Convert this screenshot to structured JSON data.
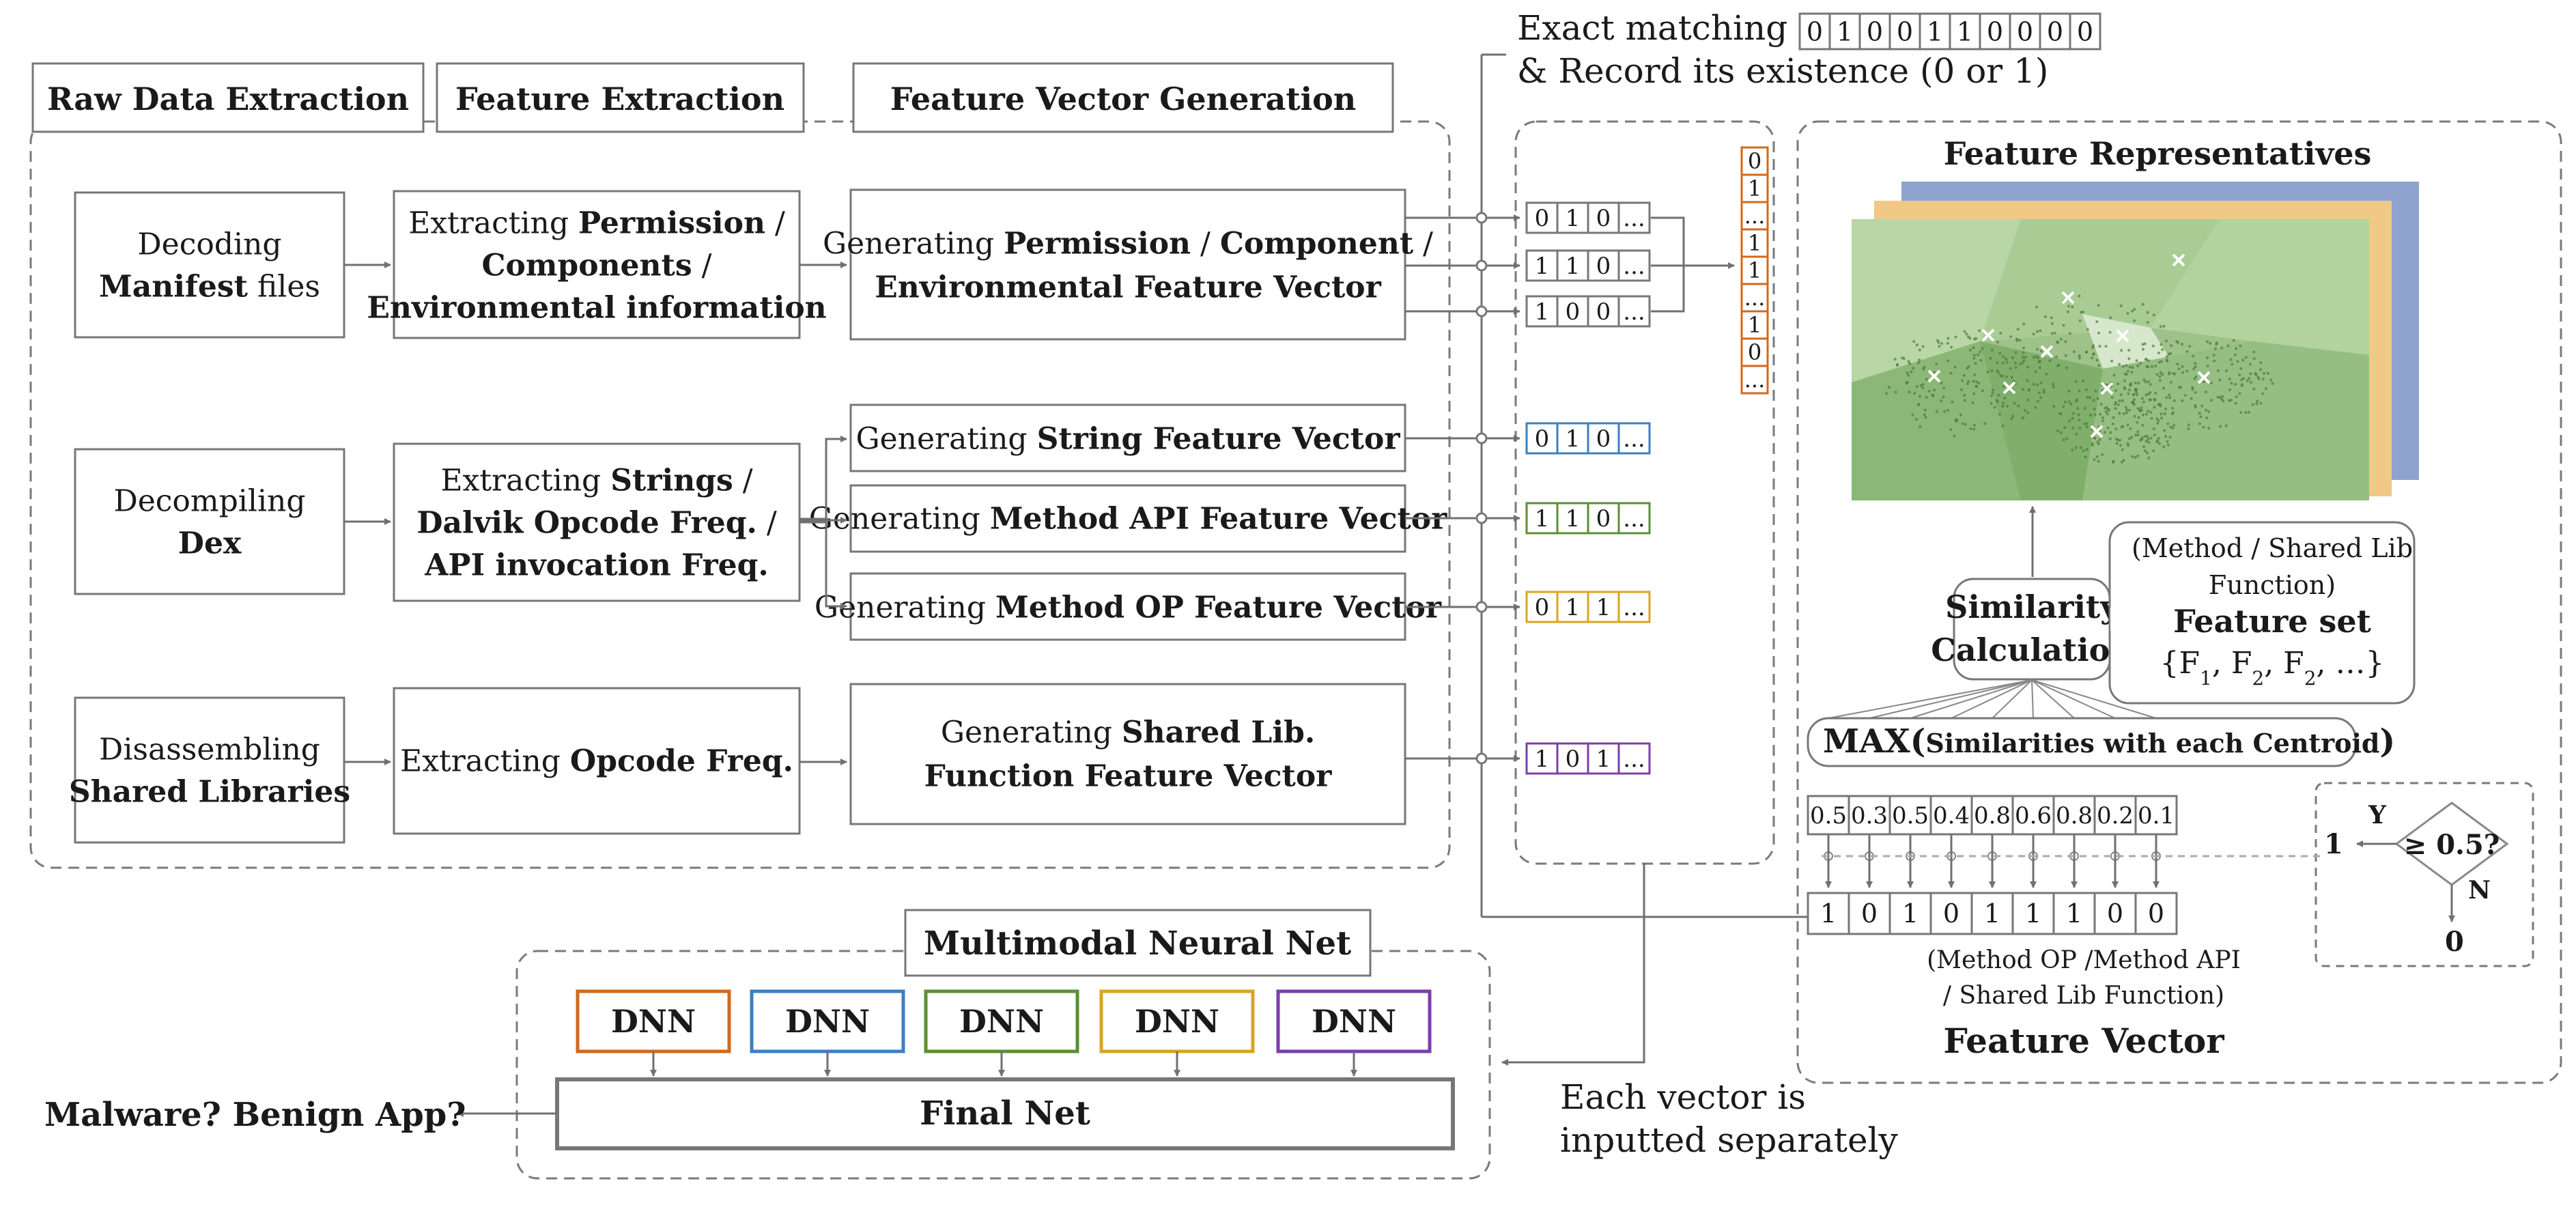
{
  "headers": {
    "raw": "Raw Data Extraction",
    "feature": "Feature Extraction",
    "vector_gen": "Feature Vector Generation",
    "mnn": "Multimodal Neural Net"
  },
  "exact": {
    "line1": "Exact matching",
    "line2": "& Record its existence (0 or 1)",
    "bits": [
      "0",
      "1",
      "0",
      "0",
      "1",
      "1",
      "0",
      "0",
      "0",
      "0"
    ]
  },
  "rows": {
    "manifest": {
      "raw": [
        [
          "Decoding"
        ],
        [
          {
            "b": "Manifest"
          },
          " files"
        ]
      ],
      "extract": [
        [
          "Extracting ",
          {
            "b": "Permission"
          },
          " /"
        ],
        [
          {
            "b": "Components"
          },
          " /"
        ],
        [
          {
            "b": "Environmental information"
          }
        ]
      ],
      "gen": [
        [
          "Generating ",
          {
            "b": "Permission"
          },
          " / ",
          {
            "b": "Component"
          },
          " /"
        ],
        [
          {
            "b": "Environmental Feature Vector"
          }
        ]
      ]
    },
    "dex": {
      "raw": [
        [
          "Decompiling"
        ],
        [
          {
            "b": "Dex"
          }
        ]
      ],
      "extract": [
        [
          "Extracting ",
          {
            "b": "Strings"
          },
          " /"
        ],
        [
          {
            "b": "Dalvik Opcode Freq."
          },
          " /"
        ],
        [
          {
            "b": "API invocation Freq."
          }
        ]
      ],
      "gen_string": [
        [
          "Generating ",
          {
            "b": "String Feature Vector"
          }
        ]
      ],
      "gen_api": [
        [
          "Generating ",
          {
            "b": "Method API Feature Vector"
          }
        ]
      ],
      "gen_op": [
        [
          "Generating ",
          {
            "b": "Method OP Feature Vector"
          }
        ]
      ]
    },
    "shared": {
      "raw": [
        [
          "Disassembling"
        ],
        [
          {
            "b": "Shared Libraries"
          }
        ]
      ],
      "extract": [
        [
          "Extracting ",
          {
            "b": "Opcode Freq."
          }
        ]
      ],
      "gen": [
        [
          "Generating ",
          {
            "b": "Shared Lib."
          }
        ],
        [
          {
            "b": "Function Feature Vector"
          }
        ]
      ]
    }
  },
  "vectors": {
    "perm": [
      "0",
      "1",
      "0",
      "..."
    ],
    "comp": [
      "1",
      "1",
      "0",
      "..."
    ],
    "env": [
      "1",
      "0",
      "0",
      "..."
    ],
    "concat": [
      "0",
      "1",
      "...",
      "1",
      "1",
      "...",
      "1",
      "0",
      "..."
    ],
    "string": [
      "0",
      "1",
      "0",
      "..."
    ],
    "api": [
      "1",
      "1",
      "0",
      "..."
    ],
    "op": [
      "0",
      "1",
      "1",
      "..."
    ],
    "shared": [
      "1",
      "0",
      "1",
      "..."
    ]
  },
  "right": {
    "rep_title": "Feature Representatives",
    "similarity": [
      "Similarity",
      "Calculation"
    ],
    "fs_note": [
      "(Method / Shared Lib",
      "Function)"
    ],
    "fs_title": "Feature set",
    "fs_set": [
      [
        "{F",
        "1",
        ", F",
        "2",
        ", F",
        "2",
        ", …}"
      ]
    ],
    "max_label": "MAX(",
    "max_sub": "Similarities with each Centroid",
    "max_close": ")",
    "sims": [
      "0.5",
      "0.3",
      "0.5",
      "0.4",
      "0.8",
      "0.6",
      "0.8",
      "0.2",
      "0.1"
    ],
    "bits": [
      "1",
      "0",
      "1",
      "0",
      "1",
      "1",
      "1",
      "0",
      "0"
    ],
    "decision": "≥ 0.5?",
    "yes": "Y",
    "no": "N",
    "one": "1",
    "zero": "0",
    "fv_note": [
      "(Method OP  /Method API",
      "/ Shared Lib Function)"
    ],
    "fv_title": "Feature Vector"
  },
  "net": {
    "dnn": [
      "DNN",
      "DNN",
      "DNN",
      "DNN",
      "DNN"
    ],
    "final": "Final Net",
    "output": "Malware? Benign App?"
  },
  "each_note": [
    "Each vector is",
    "inputted separately"
  ],
  "colors": {
    "orange": "#d2691e",
    "blue": "#3c7fc0",
    "green": "#5b8f35",
    "yellow": "#d9a520",
    "purple": "#7b3fa8",
    "gray": "#888888",
    "rep_back": "#8fa3cf",
    "rep_mid": "#f0c987",
    "rep_front": "#9ec28a"
  }
}
